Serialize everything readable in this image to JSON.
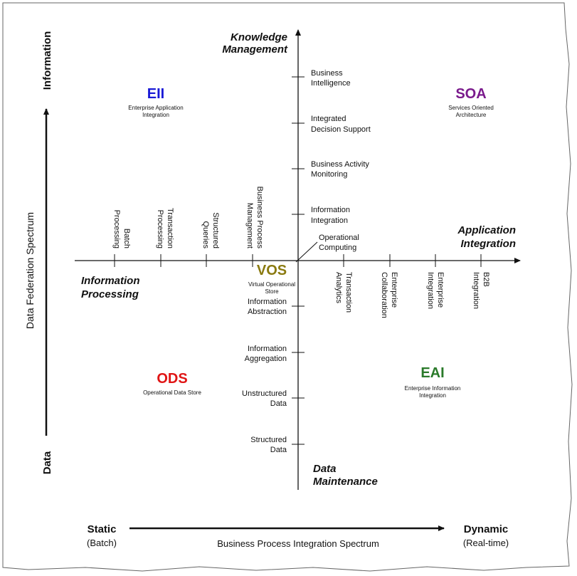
{
  "quadrants": {
    "eii": {
      "abbr": "EII",
      "line1": "Enterprise Application",
      "line2": "Integration",
      "color": "#1a1ad6"
    },
    "soa": {
      "abbr": "SOA",
      "line1": "Services Oriented",
      "line2": "Architecture",
      "color": "#7a1a8c"
    },
    "ods": {
      "abbr": "ODS",
      "line1": "Operational Data Store",
      "color": "#e01515"
    },
    "eai": {
      "abbr": "EAI",
      "line1": "Enterprise Information",
      "line2": "Integration",
      "color": "#2a7a2a"
    },
    "vos": {
      "abbr": "VOS",
      "line1": "Virtual Operational",
      "line2": "Store",
      "color": "#8a7a10"
    }
  },
  "axis_titles": {
    "top": {
      "line1": "Knowledge",
      "line2": "Management"
    },
    "right": {
      "line1": "Application",
      "line2": "Integration"
    },
    "left": {
      "line1": "Information",
      "line2": "Processing"
    },
    "bottom": {
      "line1": "Data",
      "line2": "Maintenance"
    }
  },
  "vertical_up_labels": [
    {
      "line1": "Business",
      "line2": "Intelligence"
    },
    {
      "line1": "Integrated",
      "line2": "Decision Support"
    },
    {
      "line1": "Business Activity",
      "line2": "Monitoring"
    },
    {
      "line1": "Information",
      "line2": "Integration"
    }
  ],
  "vertical_down_labels": [
    {
      "line1": "Information",
      "line2": "Abstraction"
    },
    {
      "line1": "Information",
      "line2": "Aggregation"
    },
    {
      "line1": "Unstructured",
      "line2": "Data"
    },
    {
      "line1": "Structured",
      "line2": "Data"
    }
  ],
  "horizontal_left_labels": [
    {
      "line1": "Batch",
      "line2": "Processing"
    },
    {
      "line1": "Transaction",
      "line2": "Processing"
    },
    {
      "line1": "Structured",
      "line2": "Queries"
    },
    {
      "line1": "Business Process",
      "line2": "Management"
    }
  ],
  "horizontal_right_labels": [
    {
      "line1": "Transaction",
      "line2": "Analytics"
    },
    {
      "line1": "Enterprise",
      "line2": "Collaboration"
    },
    {
      "line1": "Enterprise",
      "line2": "Integration"
    },
    {
      "line1": "B2B",
      "line2": "Integration"
    }
  ],
  "operational": {
    "line1": "Operational",
    "line2": "Computing"
  },
  "side": {
    "information": "Information",
    "data": "Data",
    "spectrum": "Data Federation Spectrum"
  },
  "bottom_axis": {
    "static": "Static",
    "batch": "(Batch)",
    "dynamic": "Dynamic",
    "realtime": "(Real-time)",
    "spectrum": "Business Process Integration Spectrum"
  }
}
